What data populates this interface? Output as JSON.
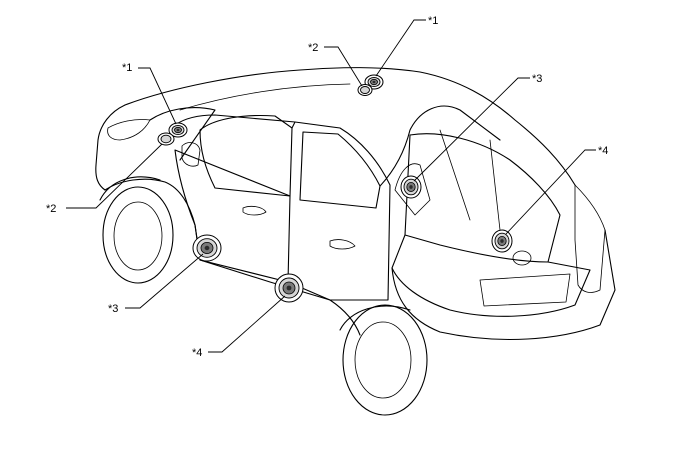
{
  "callouts": {
    "front_tweeter_left": "*1",
    "front_tweeter_right": "*1",
    "front_tweeter_cover_left": "*2",
    "front_tweeter_cover_right": "*2",
    "front_speaker": "*3",
    "front_speaker_right": "*3",
    "rear_speaker": "*4",
    "rear_speaker_right": "*4"
  }
}
